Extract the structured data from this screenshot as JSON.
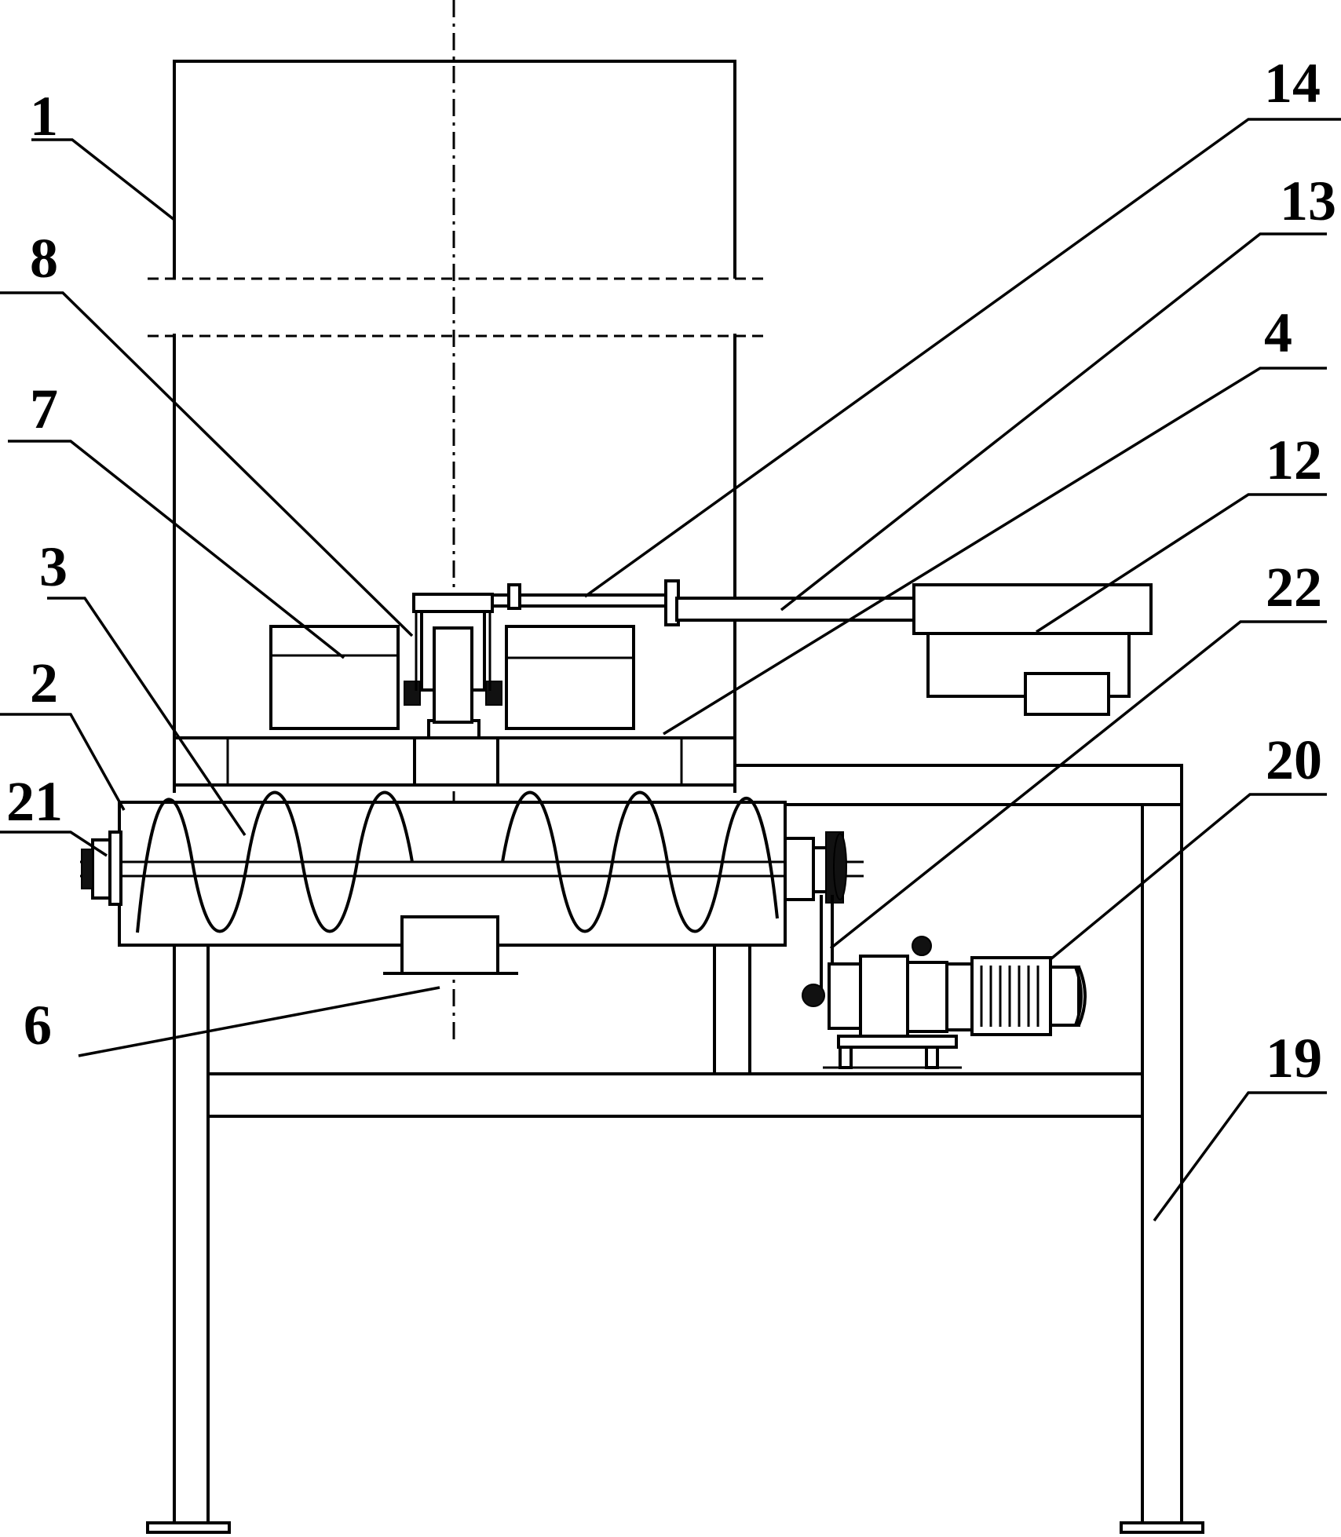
{
  "labels": {
    "l1": "1",
    "l2": "2",
    "l3": "3",
    "l4": "4",
    "l6": "6",
    "l7": "7",
    "l8": "8",
    "l12": "12",
    "l13": "13",
    "l14": "14",
    "l19": "19",
    "l20": "20",
    "l21": "21",
    "l22": "22"
  }
}
